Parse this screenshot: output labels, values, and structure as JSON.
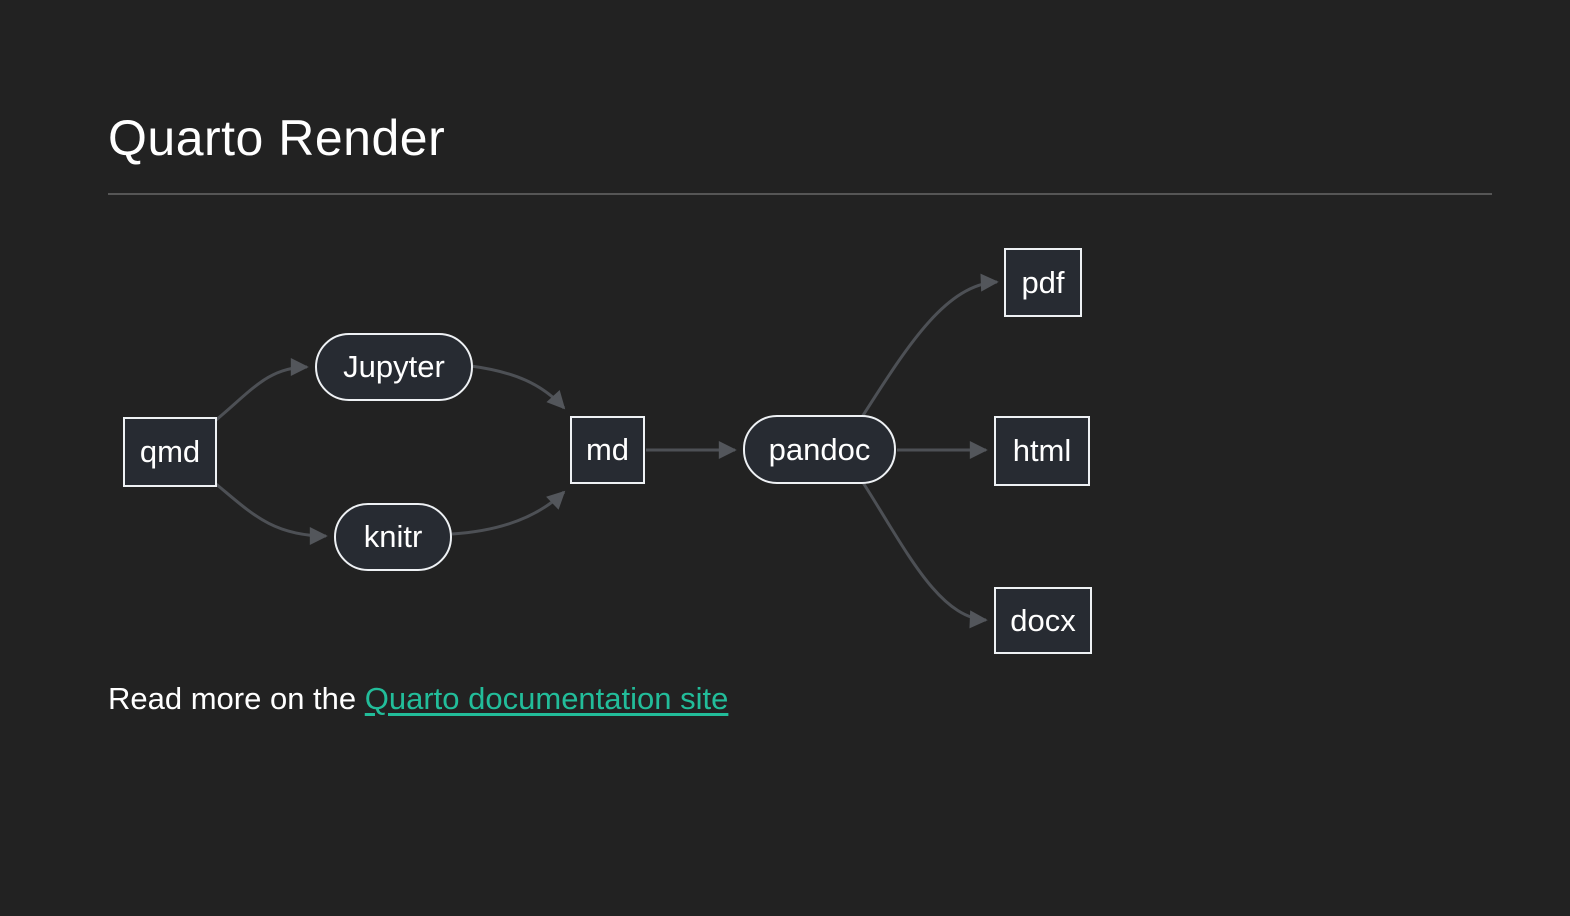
{
  "page": {
    "title": "Quarto Render",
    "background_color": "#222222"
  },
  "diagram": {
    "type": "flowchart",
    "direction": "left-to-right",
    "nodes": {
      "qmd": {
        "label": "qmd",
        "shape": "rect"
      },
      "jupyter": {
        "label": "Jupyter",
        "shape": "stadium"
      },
      "knitr": {
        "label": "knitr",
        "shape": "stadium"
      },
      "md": {
        "label": "md",
        "shape": "rect"
      },
      "pandoc": {
        "label": "pandoc",
        "shape": "stadium"
      },
      "pdf": {
        "label": "pdf",
        "shape": "rect"
      },
      "html": {
        "label": "html",
        "shape": "rect"
      },
      "docx": {
        "label": "docx",
        "shape": "rect"
      }
    },
    "edges": [
      {
        "from": "qmd",
        "to": "jupyter"
      },
      {
        "from": "qmd",
        "to": "knitr"
      },
      {
        "from": "jupyter",
        "to": "md"
      },
      {
        "from": "knitr",
        "to": "md"
      },
      {
        "from": "md",
        "to": "pandoc"
      },
      {
        "from": "pandoc",
        "to": "pdf"
      },
      {
        "from": "pandoc",
        "to": "html"
      },
      {
        "from": "pandoc",
        "to": "docx"
      }
    ],
    "colors": {
      "node_fill": "#272b32",
      "node_border": "#eef1f4",
      "node_label": "#ffffff",
      "edge": "#4d5055"
    }
  },
  "footer": {
    "prefix": "Read more on the ",
    "link_label": "Quarto documentation site",
    "link_color": "#22bd9a"
  }
}
